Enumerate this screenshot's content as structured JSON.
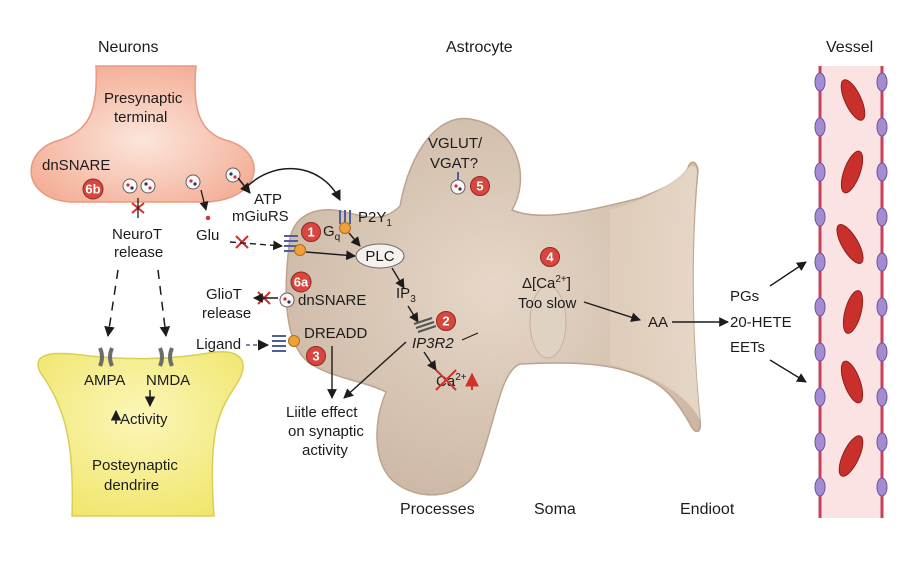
{
  "headers": {
    "neurons": "Neurons",
    "astrocyte": "Astrocyte",
    "vessel": "Vessel"
  },
  "bottom_labels": {
    "processes": "Processes",
    "soma": "Soma",
    "endfoot": "Endioot"
  },
  "neuron": {
    "presynaptic_line1": "Presynaptic",
    "presynaptic_line2": "terminal",
    "dnsnare": "dnSNARE",
    "neurot_line1": "NeuroT",
    "neurot_line2": "release",
    "ampa": "AMPA",
    "nmda": "NMDA",
    "activity": "Activity",
    "postsynaptic_line1": "Posteynaptic",
    "postsynaptic_line2": "dendrire"
  },
  "astro": {
    "atp": "ATP",
    "mglurs": "mGiuRS",
    "glu": "Glu",
    "p2y1": "P2Y",
    "p2y1_sub": "1",
    "gq": "G",
    "gq_sub": "q",
    "plc": "PLC",
    "ip3": "IP",
    "ip3_sub": "3",
    "ip3r2": "IP3R2",
    "ca": "Ca",
    "ca_sup": "2+",
    "gliot_line1": "GlioT",
    "gliot_line2": "release",
    "dnsnare": "dnSNARE",
    "ligand": "Ligand",
    "dreadd": "DREADD",
    "vglut_line1": "VGLUT/",
    "vglut_line2": "VGAT?",
    "dca_line1": "Δ[Ca",
    "dca_sup": "2+",
    "dca_close": "]",
    "dca_line2": "Too slow",
    "aa": "AA",
    "little_line1": "Liitle effect",
    "little_line2": "on synaptic",
    "little_line3": "activity"
  },
  "vessel": {
    "pgs": "PGs",
    "hete": "20-HETE",
    "eets": "EETs"
  },
  "badges": {
    "b1": "1",
    "b2": "2",
    "b3": "3",
    "b4": "4",
    "b5": "5",
    "b6a": "6a",
    "b6b": "6b"
  },
  "colors": {
    "badge_fill": "#d8463e",
    "astrocyte_fill": "#d5c3b1",
    "presynaptic_fill": "#f5b7a2",
    "postsynaptic_fill": "#f4ee7a",
    "vessel_wall": "#c9405a",
    "rbc_fill": "#c9302c",
    "endothelial": "#a58cd0",
    "receptor_blue": "#4d5f9e",
    "inhibit_red": "#d2302a"
  }
}
